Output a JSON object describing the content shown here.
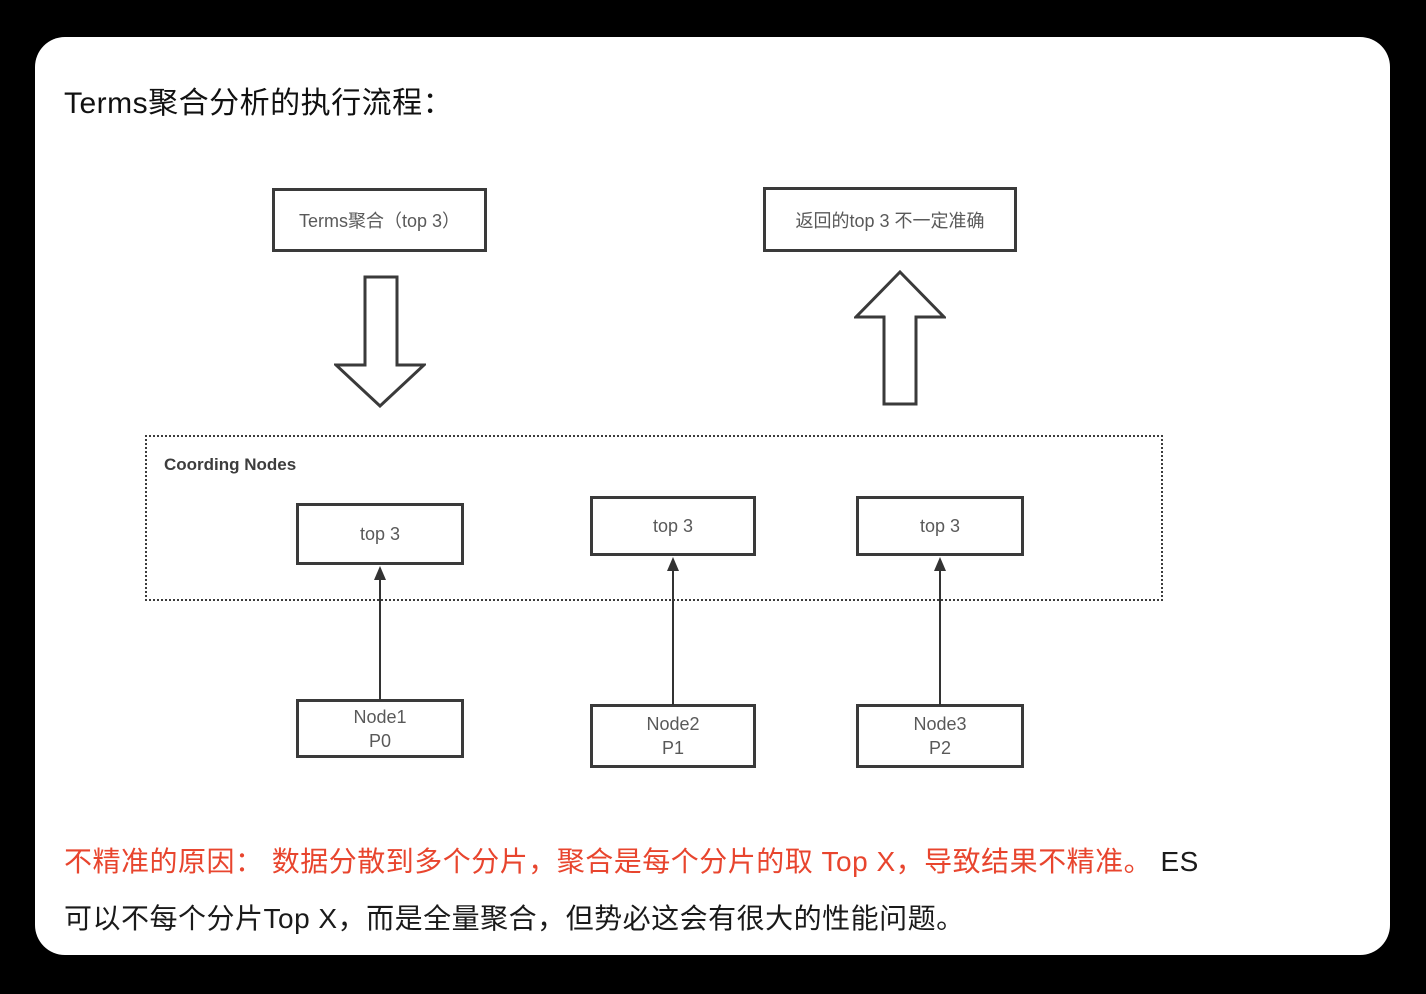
{
  "page": {
    "title": "Terms聚合分析的执行流程："
  },
  "colors": {
    "accent_red": "#e8452e",
    "box_border": "#3a3a3a",
    "panel_bg": "#ffffff",
    "page_bg": "#000000"
  },
  "flow": {
    "source_box_label": "Terms聚合（top 3）",
    "result_box_label": "返回的top 3 不一定准确",
    "down_arrow_icon": "block-arrow-down",
    "up_arrow_icon": "block-arrow-up"
  },
  "coordinating": {
    "label": "Coording Nodes",
    "shard_results": [
      {
        "label": "top 3"
      },
      {
        "label": "top 3"
      },
      {
        "label": "top 3"
      }
    ]
  },
  "data_nodes": [
    {
      "name": "Node1",
      "shard": "P0"
    },
    {
      "name": "Node2",
      "shard": "P1"
    },
    {
      "name": "Node3",
      "shard": "P2"
    }
  ],
  "note": {
    "red_text": "不精准的原因： 数据分散到多个分片，聚合是每个分片的取 Top X，导致结果不精准。",
    "line1_tail": "ES",
    "line2": "可以不每个分片Top X，而是全量聚合，但势必这会有很大的性能问题。"
  }
}
